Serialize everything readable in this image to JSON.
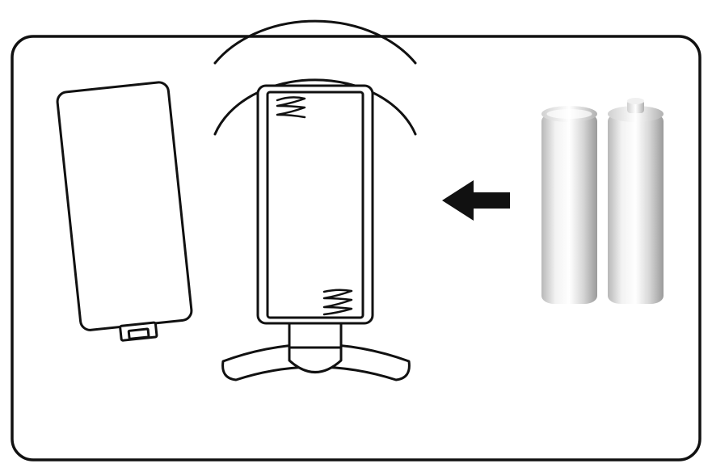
{
  "diagram": {
    "kind": "battery-installation-illustration",
    "battery_count": 2,
    "arrow_direction": "left",
    "colors": {
      "outline": "#111111",
      "background": "#ffffff",
      "battery_light": "#f4f4f4",
      "battery_mid": "#d8d8d8",
      "battery_dark": "#9a9a9a"
    },
    "icons": {
      "cover": "battery-cover-icon",
      "device": "remote-battery-compartment-icon",
      "arrow": "insert-arrow-icon",
      "batteries": "aa-battery-icon"
    }
  }
}
